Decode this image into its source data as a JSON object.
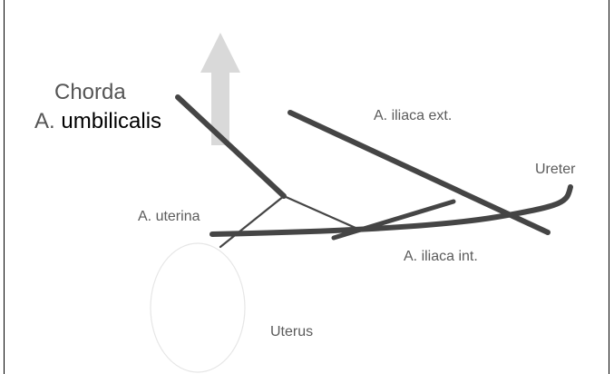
{
  "labels": {
    "chorda": "Chorda",
    "a_prefix": "A.",
    "umbilicalis": "umbilicalis",
    "iliaca_ext": "A. iliaca ext.",
    "ureter": "Ureter",
    "uterina": "A. uterina",
    "iliaca_int": "A. iliaca int.",
    "uterus": "Uterus"
  },
  "colors": {
    "vessel": "#454545",
    "arrow": "#d9d9d9",
    "uterus_outline": "#e6e6e6",
    "label_text": "#5b5b5b",
    "emphasis_text": "#000000"
  }
}
